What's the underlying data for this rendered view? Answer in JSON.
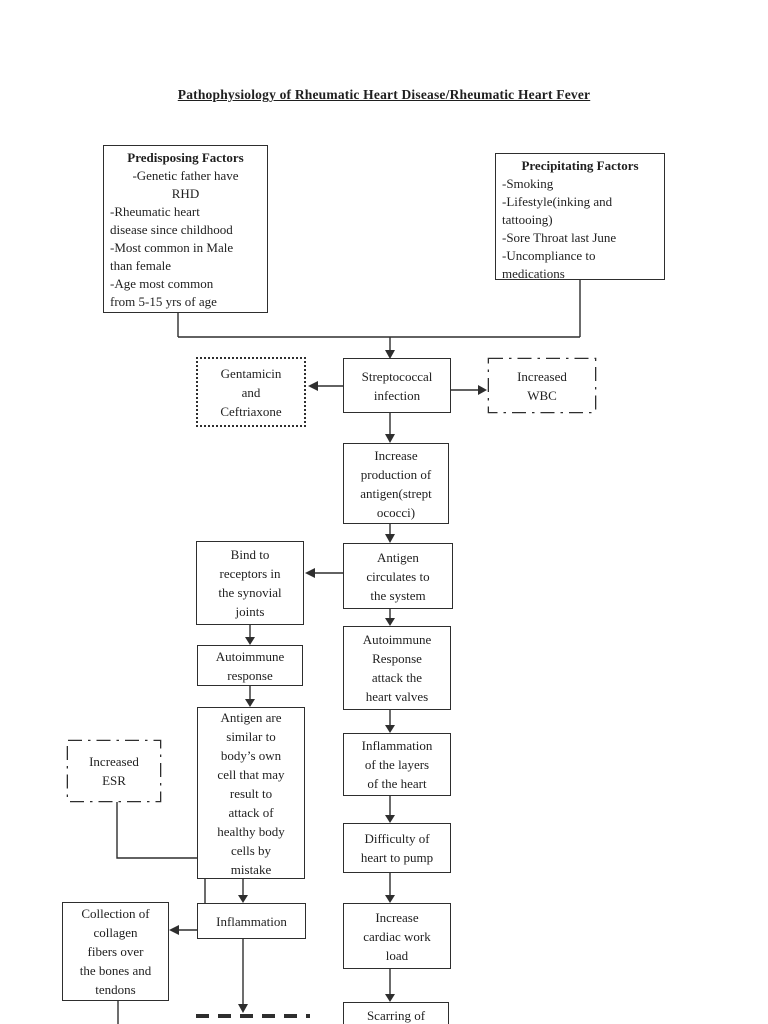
{
  "page": {
    "title": "Pathophysiology of Rheumatic Heart Disease/Rheumatic Heart Fever"
  },
  "colors": {
    "ink": "#1f1f1f",
    "page_bg": "#ffffff"
  },
  "boxes": {
    "predisposing": {
      "lines": [
        {
          "text": "Predisposing Factors",
          "bold": true,
          "align": "center"
        },
        {
          "text": "-Genetic father have",
          "align": "center"
        },
        {
          "text": "RHD",
          "align": "center"
        },
        {
          "text": "-Rheumatic heart"
        },
        {
          "text": "disease since childhood"
        },
        {
          "text": "-Most common in Male"
        },
        {
          "text": "than female"
        },
        {
          "text": "-Age most common"
        },
        {
          "text": "from 5-15 yrs of age"
        }
      ]
    },
    "precipitating": {
      "lines": [
        {
          "text": "Precipitating Factors",
          "bold": true,
          "align": "center"
        },
        {
          "text": "-Smoking"
        },
        {
          "text": "-Lifestyle(inking and"
        },
        {
          "text": "tattooing)"
        },
        {
          "text": "-Sore Throat last June"
        },
        {
          "text": "-Uncompliance to"
        },
        {
          "text": "medications"
        }
      ]
    },
    "gentamicin": {
      "lines": [
        "Gentamicin",
        "and",
        "Ceftriaxone"
      ]
    },
    "strep_infection": {
      "lines": [
        "Streptococcal",
        "infection"
      ]
    },
    "increased_wbc": {
      "lines": [
        "Increased",
        "WBC"
      ]
    },
    "antigen_production": {
      "lines": [
        "Increase",
        "production of",
        "antigen(strept",
        "ococci)"
      ]
    },
    "bind_receptors": {
      "lines": [
        "Bind to",
        "receptors in",
        "the synovial",
        "joints"
      ]
    },
    "antigen_circulates": {
      "lines": [
        "Antigen",
        "circulates to",
        "the system"
      ]
    },
    "autoimmune_response": {
      "lines": [
        "Autoimmune",
        "response"
      ]
    },
    "autoimmune_attack": {
      "lines": [
        "Autoimmune",
        "Response",
        "attack the",
        "heart valves"
      ]
    },
    "antigen_similar": {
      "lines": [
        "Antigen are",
        "similar to",
        "body’s own",
        "cell that may",
        "result to",
        "attack of",
        "healthy body",
        "cells by",
        "mistake"
      ]
    },
    "increased_esr": {
      "lines": [
        "Increased",
        "ESR"
      ]
    },
    "inflammation_layers": {
      "lines": [
        "Inflammation",
        "of the layers",
        "of the heart"
      ]
    },
    "difficulty_pump": {
      "lines": [
        "Difficulty of",
        "heart to pump"
      ]
    },
    "cardiac_workload": {
      "lines": [
        "Increase",
        "cardiac work",
        "load"
      ]
    },
    "scarring": {
      "lines": [
        "Scarring of"
      ]
    },
    "collagen_collection": {
      "lines": [
        "Collection of",
        "collagen",
        "fibers over",
        "the bones and",
        "tendons"
      ]
    },
    "inflammation": {
      "lines": [
        "Inflammation"
      ]
    }
  }
}
